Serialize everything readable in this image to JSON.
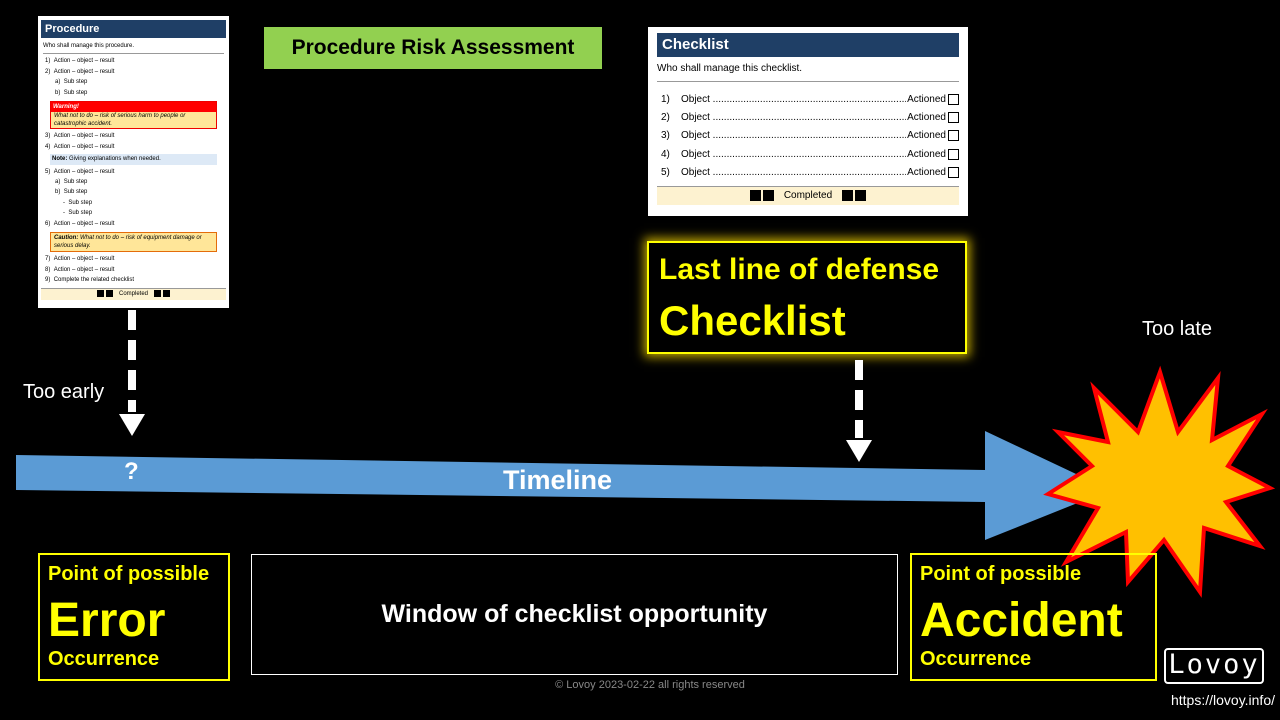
{
  "title": "Procedure Risk Assessment",
  "procedure": {
    "header": "Procedure",
    "who": "Who shall manage this procedure.",
    "steps1": [
      {
        "n": "1)",
        "t": "Action – object – result",
        "cls": "row"
      },
      {
        "n": "2)",
        "t": "Action – object – result",
        "cls": "row"
      },
      {
        "n": "a)",
        "t": "Sub step",
        "cls": "row sub"
      },
      {
        "n": "b)",
        "t": "Sub step",
        "cls": "row sub"
      }
    ],
    "warning_title": "Warning!",
    "warning_body": "What not to do – risk of serious harm to people or catastrophic accident.",
    "steps2": [
      {
        "n": "3)",
        "t": "Action – object – result",
        "cls": "row"
      },
      {
        "n": "4)",
        "t": "Action – object – result",
        "cls": "row"
      }
    ],
    "note_label": "Note:",
    "note_text": "Giving explanations when needed.",
    "steps3": [
      {
        "n": "5)",
        "t": "Action – object – result",
        "cls": "row"
      },
      {
        "n": "a)",
        "t": "Sub step",
        "cls": "row sub"
      },
      {
        "n": "b)",
        "t": "Sub step",
        "cls": "row sub"
      },
      {
        "n": "-",
        "t": "Sub step",
        "cls": "row sub2"
      },
      {
        "n": "-",
        "t": "Sub step",
        "cls": "row sub2"
      },
      {
        "n": "6)",
        "t": "Action – object – result",
        "cls": "row"
      }
    ],
    "caution_label": "Caution:",
    "caution_text": "What not to do – risk of equipment damage or serious delay.",
    "steps4": [
      {
        "n": "7)",
        "t": "Action – object – result",
        "cls": "row"
      },
      {
        "n": "8)",
        "t": "Action – object – result",
        "cls": "row"
      },
      {
        "n": "9)",
        "t": "Complete the related checklist",
        "cls": "row"
      }
    ],
    "completed": "Completed"
  },
  "checklist": {
    "header": "Checklist",
    "who": "Who shall manage this checklist.",
    "items": [
      {
        "n": "1)",
        "obj": "Object ......................................................................",
        "act": "Actioned"
      },
      {
        "n": "2)",
        "obj": "Object ......................................................................",
        "act": "Actioned"
      },
      {
        "n": "3)",
        "obj": "Object ......................................................................",
        "act": "Actioned"
      },
      {
        "n": "4)",
        "obj": "Object ......................................................................",
        "act": "Actioned"
      },
      {
        "n": "5)",
        "obj": "Object ......................................................................",
        "act": "Actioned"
      }
    ],
    "completed": "Completed"
  },
  "last_line": {
    "line1": "Last line of defense",
    "line2": "Checklist"
  },
  "too_early": "Too early",
  "too_late": "Too late",
  "question_mark": "?",
  "timeline": "Timeline",
  "error_box": {
    "top": "Point of possible",
    "big": "Error",
    "bottom": "Occurrence"
  },
  "window": "Window of checklist opportunity",
  "accident_box": {
    "top": "Point of possible",
    "big": "Accident",
    "bottom": "Occurrence"
  },
  "copyright": "© Lovoy 2023-02-22 all rights  reserved",
  "logo": "Lovoy",
  "url": "https://lovoy.info/",
  "colors": {
    "timeline": "#5b9bd5",
    "accent": "#ffff00",
    "title_bg": "#92d050",
    "burst": "#ffc000",
    "burst_outline": "#ff0000"
  }
}
